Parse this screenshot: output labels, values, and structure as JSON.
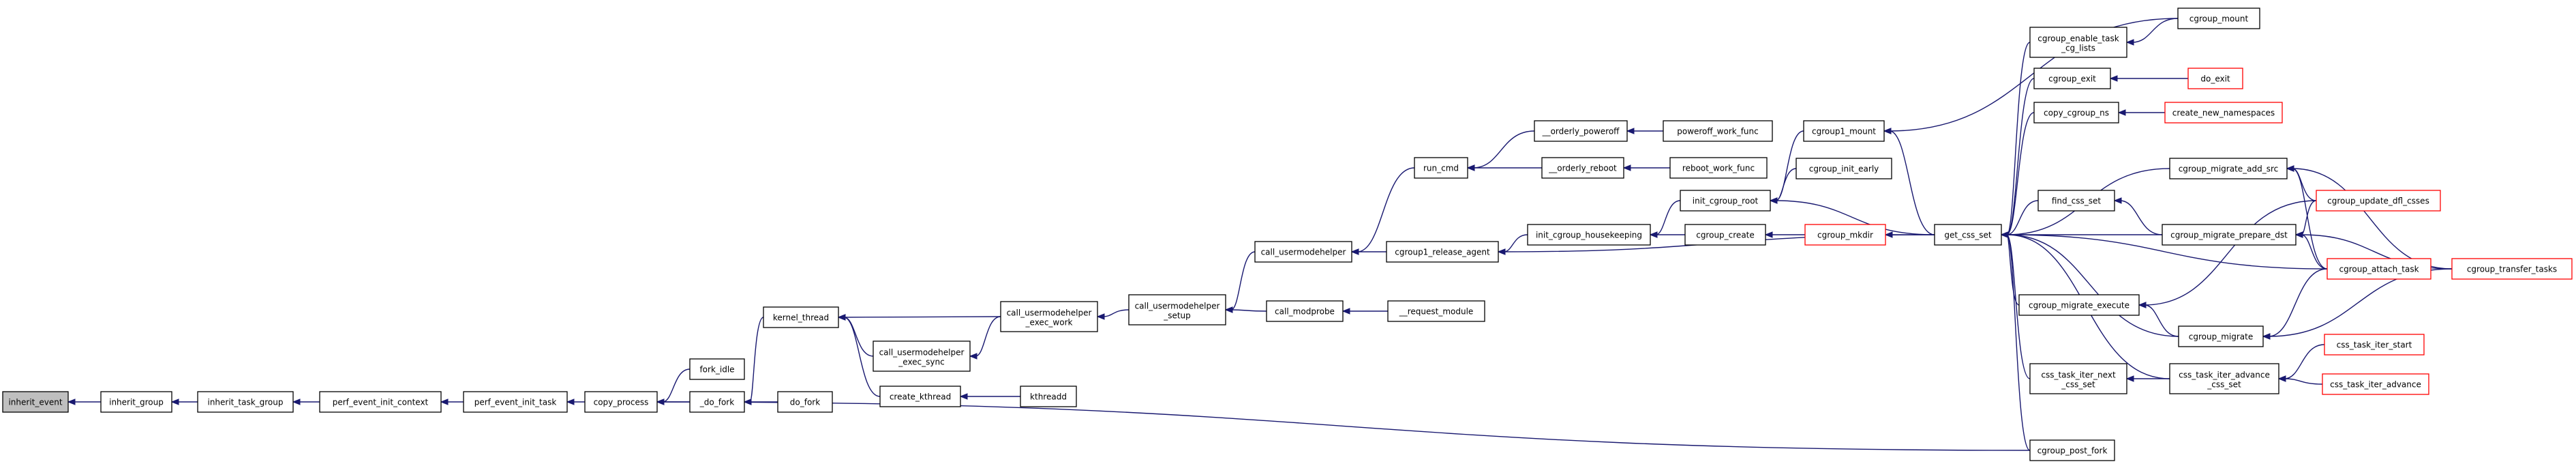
{
  "colors": {
    "edge": "#191970",
    "node_border": "#000000",
    "node_border_truncated": "#ff0000",
    "root_fill": "#bfbfbf"
  },
  "nodes": {
    "inherit_event": [
      "inherit_event"
    ],
    "inherit_group": [
      "inherit_group"
    ],
    "inherit_task_group": [
      "inherit_task_group"
    ],
    "perf_event_init_context": [
      "perf_event_init_context"
    ],
    "perf_event_init_task": [
      "perf_event_init_task"
    ],
    "copy_process": [
      "copy_process"
    ],
    "fork_idle": [
      "fork_idle"
    ],
    "do_fork": [
      "_do_fork"
    ],
    "do_fork2": [
      "do_fork"
    ],
    "kernel_thread": [
      "kernel_thread"
    ],
    "create_kthread": [
      "create_kthread"
    ],
    "kthreadd": [
      "kthreadd"
    ],
    "cue_exec_sync": [
      "call_usermodehelper",
      "_exec_sync"
    ],
    "cue_exec_work": [
      "call_usermodehelper",
      "_exec_work"
    ],
    "cu_setup": [
      "call_usermodehelper",
      "_setup"
    ],
    "call_usermodehelper": [
      "call_usermodehelper"
    ],
    "call_modprobe": [
      "call_modprobe"
    ],
    "request_module": [
      "__request_module"
    ],
    "run_cmd": [
      "run_cmd"
    ],
    "orderly_poweroff": [
      "__orderly_poweroff"
    ],
    "orderly_reboot": [
      "__orderly_reboot"
    ],
    "poweroff_work_func": [
      "poweroff_work_func"
    ],
    "reboot_work_func": [
      "reboot_work_func"
    ],
    "cgroup1_release_agent": [
      "cgroup1_release_agent"
    ],
    "init_cgroup_housekeeping": [
      "init_cgroup_housekeeping"
    ],
    "init_cgroup_root": [
      "init_cgroup_root"
    ],
    "cgroup_create": [
      "cgroup_create"
    ],
    "cgroup_mkdir": [
      "cgroup_mkdir"
    ],
    "cgroup1_mount": [
      "cgroup1_mount"
    ],
    "cgroup_init_early": [
      "cgroup_init_early"
    ],
    "get_css_set": [
      "get_css_set"
    ],
    "cgroup_enable_task_cg_lists": [
      "cgroup_enable_task",
      "_cg_lists"
    ],
    "cgroup_mount": [
      "cgroup_mount"
    ],
    "cgroup_exit": [
      "cgroup_exit"
    ],
    "do_exit": [
      "do_exit"
    ],
    "copy_cgroup_ns": [
      "copy_cgroup_ns"
    ],
    "create_new_namespaces": [
      "create_new_namespaces"
    ],
    "cgroup_migrate_add_src": [
      "cgroup_migrate_add_src"
    ],
    "cgroup_update_dfl_csses": [
      "cgroup_update_dfl_csses"
    ],
    "find_css_set": [
      "find_css_set"
    ],
    "cgroup_migrate_prepare_dst": [
      "cgroup_migrate_prepare_dst"
    ],
    "cgroup_attach_task": [
      "cgroup_attach_task"
    ],
    "cgroup_transfer_tasks": [
      "cgroup_transfer_tasks"
    ],
    "cgroup_migrate_execute": [
      "cgroup_migrate_execute"
    ],
    "cgroup_migrate": [
      "cgroup_migrate"
    ],
    "css_task_iter_start": [
      "css_task_iter_start"
    ],
    "css_task_iter_next_css_set": [
      "css_task_iter_next",
      "_css_set"
    ],
    "css_task_iter_advance_css_set": [
      "css_task_iter_advance",
      "_css_set"
    ],
    "css_task_iter_advance": [
      "css_task_iter_advance"
    ],
    "cgroup_post_fork": [
      "cgroup_post_fork"
    ]
  }
}
